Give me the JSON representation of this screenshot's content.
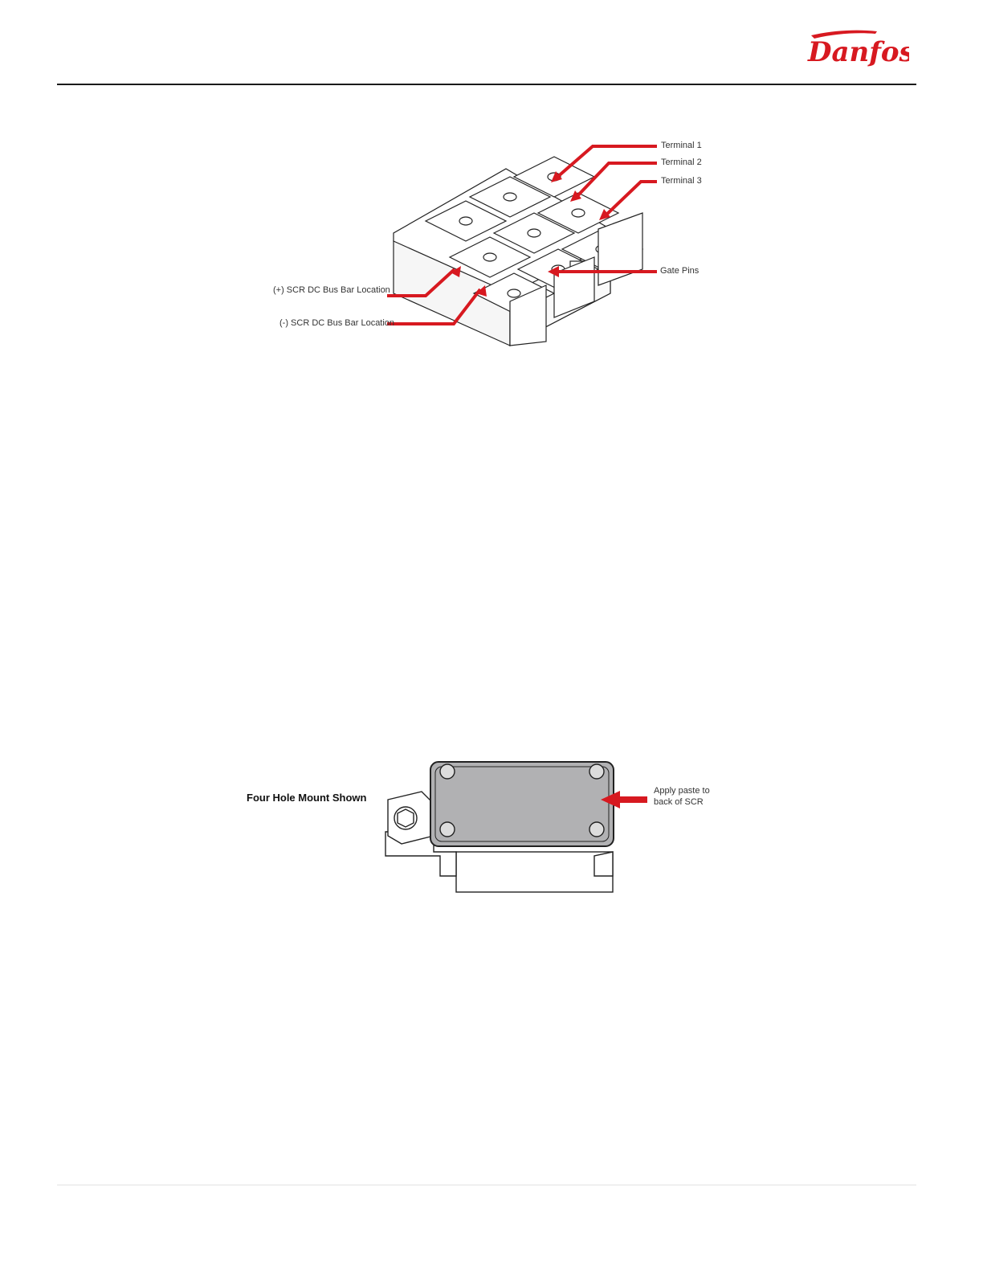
{
  "header": {
    "brand": "Danfoss"
  },
  "figure1": {
    "callouts": {
      "terminal_1": "Terminal 1",
      "terminal_2": "Terminal 2",
      "terminal_3": "Terminal 3",
      "gate_pins": "Gate Pins",
      "pos_bus": "(+) SCR DC Bus Bar Location",
      "neg_bus": "(-) SCR DC Bus Bar Location"
    }
  },
  "figure2": {
    "caption": "Four Hole Mount Shown",
    "callout_line1": "Apply paste to",
    "callout_line2": "back of SCR"
  },
  "colors": {
    "accent": "#d71920",
    "rule": "#1a1a1a"
  }
}
